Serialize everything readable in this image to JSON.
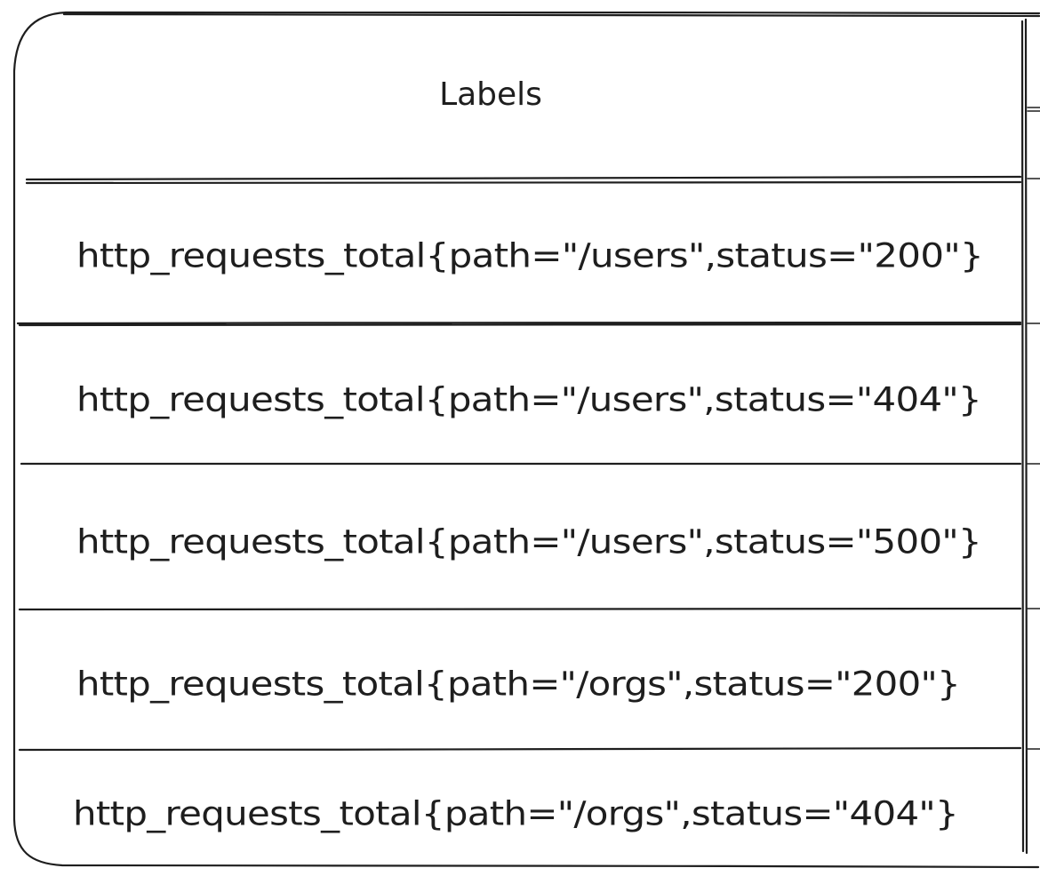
{
  "table": {
    "header": "Labels",
    "rows": [
      "http_requests_total{path=\"/users\",status=\"200\"}",
      "http_requests_total{path=\"/users\",status=\"404\"}",
      "http_requests_total{path=\"/users\",status=\"500\"}",
      "http_requests_total{path=\"/orgs\",status=\"200\"}",
      "http_requests_total{path=\"/orgs\",status=\"404\"}"
    ]
  }
}
